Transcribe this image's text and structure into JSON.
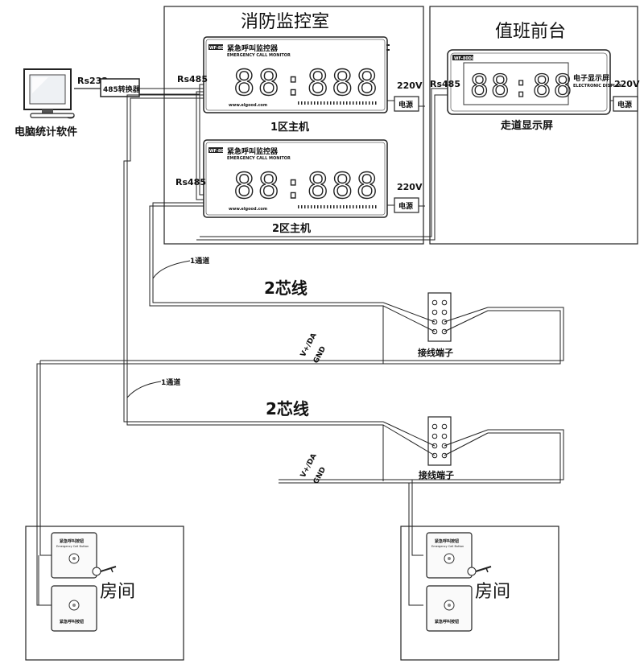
{
  "pc": {
    "label": "电脑统计软件",
    "port": "Rs232"
  },
  "converter": {
    "label": "485转换器"
  },
  "control_room": {
    "title": "消防监控室"
  },
  "front_desk": {
    "title": "值班前台"
  },
  "host1": {
    "caption": "1区主机",
    "port": "Rs485",
    "power_voltage": "220V",
    "power_label": "电源",
    "digits": "88:888",
    "model_tag": "WF-8000",
    "brand_cn": "紧急呼叫监控器",
    "brand_en": "EMERGENCY CALL MONITOR",
    "website": "www.elgood.com"
  },
  "host2": {
    "caption": "2区主机",
    "port": "Rs485",
    "power_voltage": "220V",
    "power_label": "电源",
    "digits": "88:888",
    "model_tag": "WF-8000",
    "brand_cn": "紧急呼叫监控器",
    "brand_en": "EMERGENCY CALL MONITOR",
    "website": "www.elgood.com"
  },
  "display": {
    "caption": "走道显示屏",
    "port": "Rs485",
    "power_voltage": "220V",
    "power_label": "电源",
    "digits": "88:88",
    "model_tag": "WF-80DL",
    "brand_cn": "电子显示屏",
    "brand_en": "ELECTRONIC DISPLAY"
  },
  "channels": [
    {
      "channel_label": "1通道",
      "cable_label": "2芯线",
      "terminal_label": "接线端子",
      "bus_label_1": "V+/DA",
      "bus_label_2": "GND"
    },
    {
      "channel_label": "1通道",
      "cable_label": "2芯线",
      "terminal_label": "接线端子",
      "bus_label_1": "V+/DA",
      "bus_label_2": "GND"
    }
  ],
  "rooms": [
    {
      "label": "房间",
      "panel_text": "紧急呼叫按钮",
      "panel_sub": "Emergency Call Button"
    },
    {
      "label": "房间",
      "panel_text": "紧急呼叫按钮",
      "panel_sub": "Emergency Call Button"
    }
  ]
}
